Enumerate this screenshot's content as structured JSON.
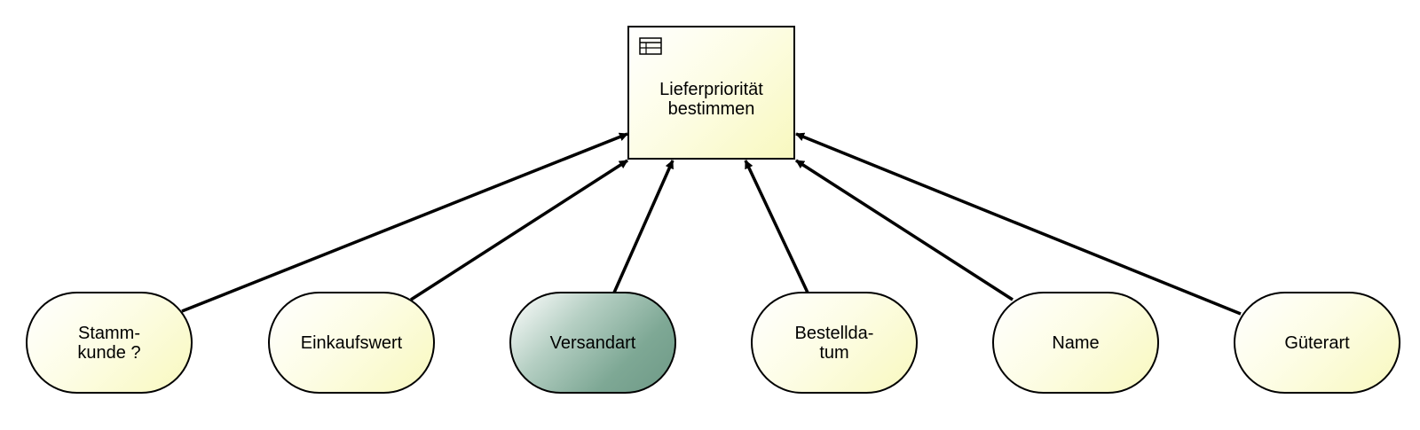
{
  "decision": {
    "label": "Lieferpriorität\nbestimmen",
    "icon": "table-icon"
  },
  "inputs": [
    {
      "id": "stammkunde",
      "label": "Stamm-\nkunde ?",
      "highlight": false
    },
    {
      "id": "einkaufswert",
      "label": "Einkaufswert",
      "highlight": false
    },
    {
      "id": "versandart",
      "label": "Versandart",
      "highlight": true
    },
    {
      "id": "bestelldatum",
      "label": "Bestellda-\ntum",
      "highlight": false
    },
    {
      "id": "name",
      "label": "Name",
      "highlight": false
    },
    {
      "id": "gueterart",
      "label": "Güterart",
      "highlight": false
    }
  ],
  "colors": {
    "input_fill": "#f8f8bf",
    "highlight_fill": "#6e9986",
    "stroke": "#000000"
  }
}
